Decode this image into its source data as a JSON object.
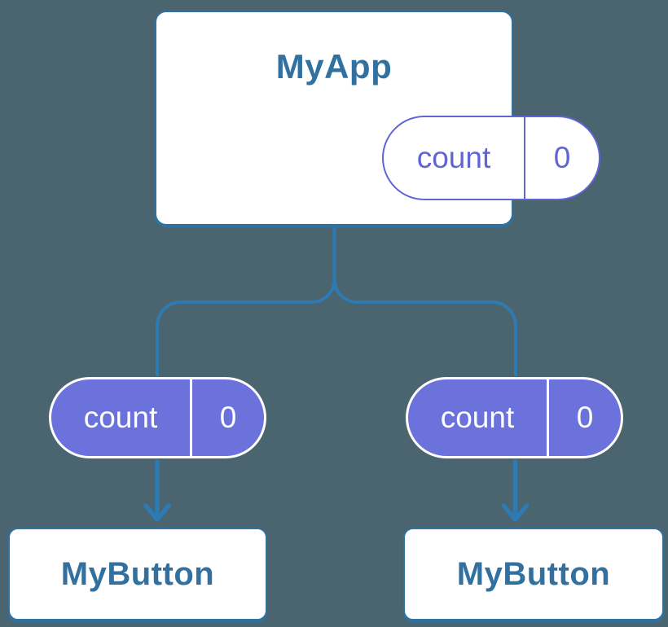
{
  "colors": {
    "background": "#4b6570",
    "connector": "#2e7bb3",
    "node_border": "#2f719f",
    "node_text": "#32719f",
    "card_bg": "#ffffff",
    "pill_purple": "#6b72dc",
    "pill_outline": "#6065d6",
    "pill_text_light": "#ffffff"
  },
  "diagram": {
    "root": {
      "title": "MyApp",
      "state": {
        "key": "count",
        "value": "0"
      }
    },
    "children": [
      {
        "title": "MyButton",
        "prop": {
          "key": "count",
          "value": "0"
        }
      },
      {
        "title": "MyButton",
        "prop": {
          "key": "count",
          "value": "0"
        }
      }
    ]
  }
}
